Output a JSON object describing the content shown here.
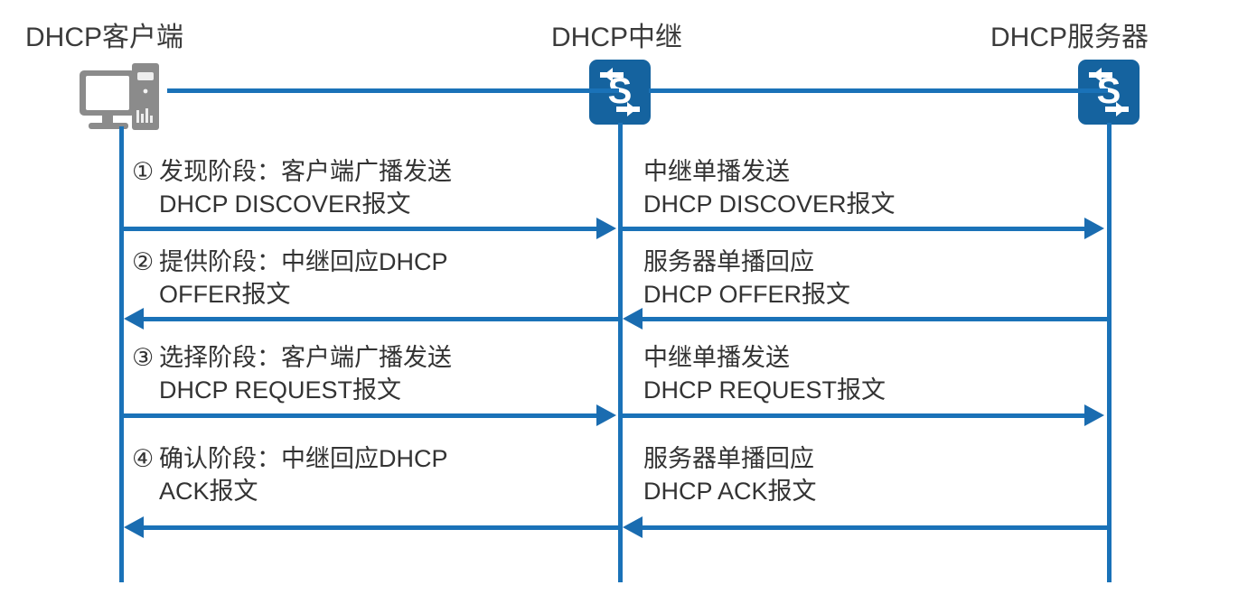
{
  "columns": {
    "client": "DHCP客户端",
    "relay": "DHCP中继",
    "server": "DHCP服务器"
  },
  "icons": {
    "client": "desktop-computer-icon",
    "relay": "switch-icon",
    "server": "switch-icon",
    "switch_letter": "S"
  },
  "colors": {
    "line_blue": "#1a72b8",
    "arrow_blue": "#1a6cb0",
    "switch_blue": "#15639f",
    "pc_gray": "#8b8b8b",
    "text_gray": "#333333"
  },
  "messages": [
    {
      "num": "①",
      "left_line1": "发现阶段：客户端广播发送",
      "left_line2": "DHCP DISCOVER报文",
      "right_line1": "中继单播发送",
      "right_line2": "DHCP DISCOVER报文",
      "direction": "to-right"
    },
    {
      "num": "②",
      "left_line1": "提供阶段：中继回应DHCP",
      "left_line2": "OFFER报文",
      "right_line1": "服务器单播回应",
      "right_line2": "DHCP OFFER报文",
      "direction": "to-left"
    },
    {
      "num": "③",
      "left_line1": "选择阶段：客户端广播发送",
      "left_line2": "DHCP REQUEST报文",
      "right_line1": "中继单播发送",
      "right_line2": "DHCP REQUEST报文",
      "direction": "to-right"
    },
    {
      "num": "④",
      "left_line1": "确认阶段：中继回应DHCP",
      "left_line2": "ACK报文",
      "right_line1": "服务器单播回应",
      "right_line2": "DHCP ACK报文",
      "direction": "to-left"
    }
  ]
}
